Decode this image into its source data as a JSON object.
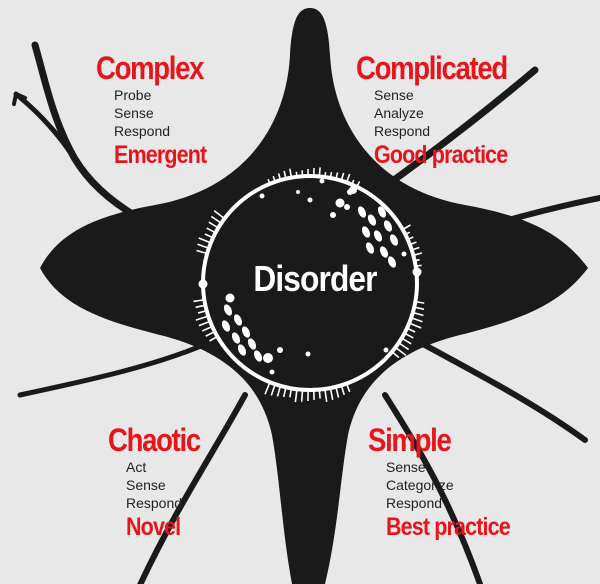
{
  "center": {
    "label": "Disorder"
  },
  "quadrants": [
    {
      "id": "complex",
      "title": "Complex",
      "steps": [
        "Probe",
        "Sense",
        "Respond"
      ],
      "practice": "Emergent"
    },
    {
      "id": "complicated",
      "title": "Complicated",
      "steps": [
        "Sense",
        "Analyze",
        "Respond"
      ],
      "practice": "Good practice"
    },
    {
      "id": "chaotic",
      "title": "Chaotic",
      "steps": [
        "Act",
        "Sense",
        "Respond"
      ],
      "practice": "Novel"
    },
    {
      "id": "simple",
      "title": "Simple",
      "steps": [
        "Sense",
        "Categorize",
        "Respond"
      ],
      "practice": "Best practice"
    }
  ],
  "colors": {
    "background": "#e8e8e8",
    "neuron": "#1a1a1a",
    "accent": "#e8141b",
    "step_text": "#222222",
    "nucleus_line": "#ffffff"
  },
  "icons": {
    "diagram": "neuron-shape"
  }
}
